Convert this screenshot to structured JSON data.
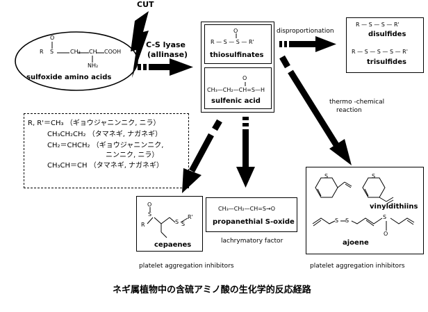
{
  "cut_label": "CUT",
  "enzyme": {
    "line1": "C-S lyase",
    "line2": "(allinase)"
  },
  "sulfoxide": {
    "formula_R": "R",
    "formula_main": "S",
    "formula_chain": "CH₂",
    "formula_ch": "CH",
    "formula_cooh": "COOH",
    "formula_nh2": "NH₂",
    "formula_O": "O",
    "label": "sulfoxide   amino   acids"
  },
  "thiosulfinates": {
    "formula": "R — S — S — R'",
    "O": "O",
    "label": "thiosulfinates"
  },
  "sulfenic": {
    "formula": "CH₃—CH₂—CH=S—H",
    "O": "O",
    "label": "sulfenic   acid"
  },
  "disproportionation": "disproportionation",
  "disulfides": {
    "formula": "R — S — S — R'",
    "label": "disulfides"
  },
  "trisulfides": {
    "formula": "R — S — S — S — R'",
    "label": "trisulfides"
  },
  "thermo": {
    "line1": "thermo -chemical",
    "line2": "reaction"
  },
  "legend": {
    "line1": "R, R'＝CH₃          （ギョウジャニンニク, ニラ）",
    "line2": "CH₃CH₂CH₂   （タマネギ, ナガネギ）",
    "line3": "CH₂＝CHCH₂ （ギョウジャニンニク,",
    "line4": "ニンニク, ニラ）",
    "line5": "CH₃CH＝CH   （タマネギ, ナガネギ）"
  },
  "cepaenes": {
    "label": "cepaenes",
    "R": "R",
    "R2": "R'",
    "O": "O",
    "S1": "S",
    "S2": "S",
    "S3": "S"
  },
  "propanethial": {
    "formula": "CH₃—CH₂—CH=S→O",
    "label": "propanethial  S-oxide"
  },
  "lachrymatory": "lachrymatory factor",
  "vinyldithiins": {
    "label": "vinyldithiins",
    "S": "S"
  },
  "ajoene": {
    "label": "ajoene",
    "S": "S",
    "O": "O"
  },
  "platelet_left": "platelet aggregation inhibitors",
  "platelet_right": "platelet aggregation inhibitors",
  "caption": "ネギ属植物中の含硫アミノ酸の生化学的反応経路"
}
